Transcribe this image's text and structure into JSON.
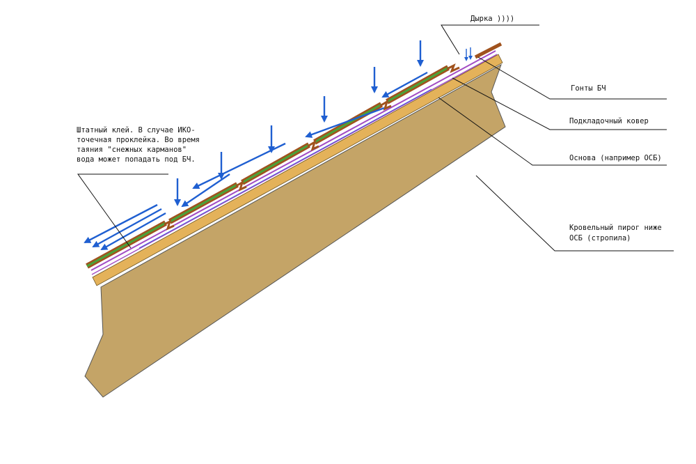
{
  "labels": {
    "hole": "Дырка ))))",
    "shingles": "Гонты БЧ",
    "underlay": "Подкладочный ковер",
    "base_line1": "Основа (например ОСБ)",
    "roof_cake_line1": "Кровельный пирог ниже",
    "roof_cake_line2": "ОСБ (стропила)",
    "glue_line1": "Штатный клей. В случае ИКО-",
    "glue_line2": "точечная проклейка. Во время",
    "glue_line3": "таяния \"снежных карманов\"",
    "glue_line4": "вода может попадать под БЧ."
  },
  "colors": {
    "rafters": "#c4a467",
    "osb": "#e4b25a",
    "underlay": "#a24cc4",
    "shingle_brown": "#a0521d",
    "shingle_green": "#4aa33a",
    "water_arrows": "#1f5fd1"
  }
}
